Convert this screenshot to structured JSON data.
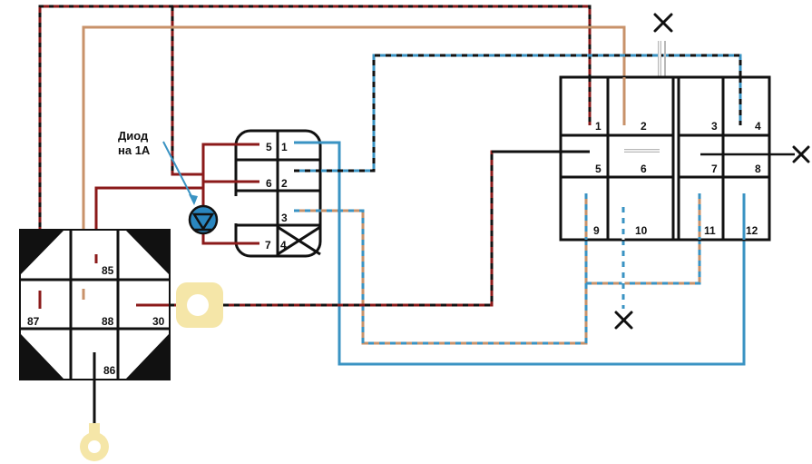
{
  "diode_label": {
    "line1": "Диод",
    "line2": "на 1А"
  },
  "relay": {
    "pins": {
      "p85": "85",
      "p87": "87",
      "p88": "88",
      "p30": "30",
      "p86": "86"
    }
  },
  "small_connector": {
    "pins": {
      "p5": "5",
      "p1": "1",
      "p6": "6",
      "p2": "2",
      "p3": "3",
      "p7": "7",
      "p4": "4"
    }
  },
  "big_connector": {
    "pins": {
      "p1": "1",
      "p2": "2",
      "p3": "3",
      "p4": "4",
      "p5": "5",
      "p6": "6",
      "p7": "7",
      "p8": "8",
      "p9": "9",
      "p10": "10",
      "p11": "11",
      "p12": "12"
    }
  },
  "colors": {
    "red": "#8b1a1a",
    "black": "#111111",
    "tan": "#c8926a",
    "blue": "#3a93c3",
    "pale_yellow": "#f5e6a8",
    "gray": "#b8b8b8"
  }
}
